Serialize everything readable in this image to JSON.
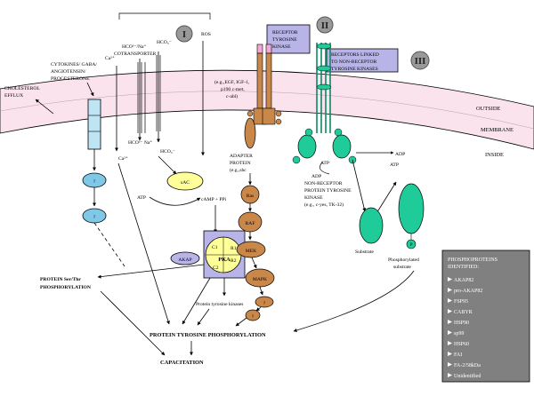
{
  "pathway_labels": {
    "one": "I",
    "two": "II",
    "three": "III"
  },
  "membrane": {
    "outside": "OUTSIDE",
    "membrane": "MEMBRANE",
    "inside": "INSIDE"
  },
  "left": {
    "ligands_line1": "CYTOKINES/ GABA/",
    "ligands_line2": "ANGIOTENSIN/",
    "ligands_line3": "PROGESTERONE",
    "cholesterol_line1": "CHOLESTEROL",
    "cholesterol_line2": "EFFLUX",
    "unknown1": "?",
    "unknown2": "?",
    "ser_thr_line1": "PROTEIN Ser/Thr",
    "ser_thr_line2": "PHOSPHORYLATION"
  },
  "pathway_one": {
    "ca_out": "Ca²⁺",
    "hco3_na_out": "HCO³⁻/Na⁺",
    "cotransporter": "COTRANSPORTER",
    "hco3_out": "HCO₃⁻",
    "ros": "ROS",
    "hco3_na_in": "HCO³⁻ Na⁺",
    "hco3_in": "HCO₃⁻",
    "ca_in": "Ca²⁺",
    "sac": "sAC",
    "atp": "ATP",
    "camp": "cAMP + PPi",
    "akap": "AKAP",
    "pka": "PKA",
    "c1": "C1",
    "c2": "C2",
    "r1": "R1",
    "r2": "R2",
    "tyr_kinases": "Protein tyrosine kinases"
  },
  "pathway_two": {
    "rtk_line1": "RECEPTOR",
    "rtk_line2": "TYROSINE",
    "rtk_line3": "KINASE",
    "examples_line1": "(e.g.,EGF, IGF-1,",
    "examples_line2": "p190 c-met,",
    "examples_line3": "c-abl)",
    "adapter_line1": "ADAPTER",
    "adapter_line2": "PROTEIN",
    "adapter_line3": "(e.g.,shc",
    "ras": "Ras",
    "raf": "RAF",
    "mek": "MEK",
    "mapk": "MAPK",
    "q1": "?",
    "q2": "?",
    "p": "P"
  },
  "pathway_three": {
    "nrtk_line1": "RECEPTORS LINKED",
    "nrtk_line2": "TO NON-RECEPTOR",
    "nrtk_line3": "TYROSINE KINASES",
    "atp1": "ATP",
    "adp1": "ADP",
    "np_line1": "NON-RECEPTOR",
    "np_line2": "PROTEIN TYROSINE",
    "np_line3": "KINASE",
    "np_line4": "(e.g., c-yes, TK-32)",
    "atp2": "ATP",
    "adp2": "ADP",
    "substrate": "Substrate",
    "phos_line1": "Phosphorylated",
    "phos_line2": "substrate",
    "p": "P"
  },
  "outcomes": {
    "tyrosine_phos": "PROTEIN TYROSINE PHOSPHORYLATION",
    "capacitation": "CAPACITATION"
  },
  "phosphoproteins": {
    "title_line1": "PHOSPHOPROTEINS",
    "title_line2": "IDENTIFIED:",
    "items": [
      "AKAP82",
      "pro-AKAP82",
      "FSP95",
      "CABYR",
      "HSP90",
      "sp99",
      "HSP60",
      "FAI",
      "FA-2/58kDa",
      "Unidentified"
    ]
  },
  "colors": {
    "membrane": "#fbe3ee",
    "orange": "#c9874a",
    "green": "#1fcc99",
    "blue": "#7fc8e8",
    "yellow": "#ffff99",
    "lavender": "#b8b4e8",
    "box_gray": "#808080"
  }
}
